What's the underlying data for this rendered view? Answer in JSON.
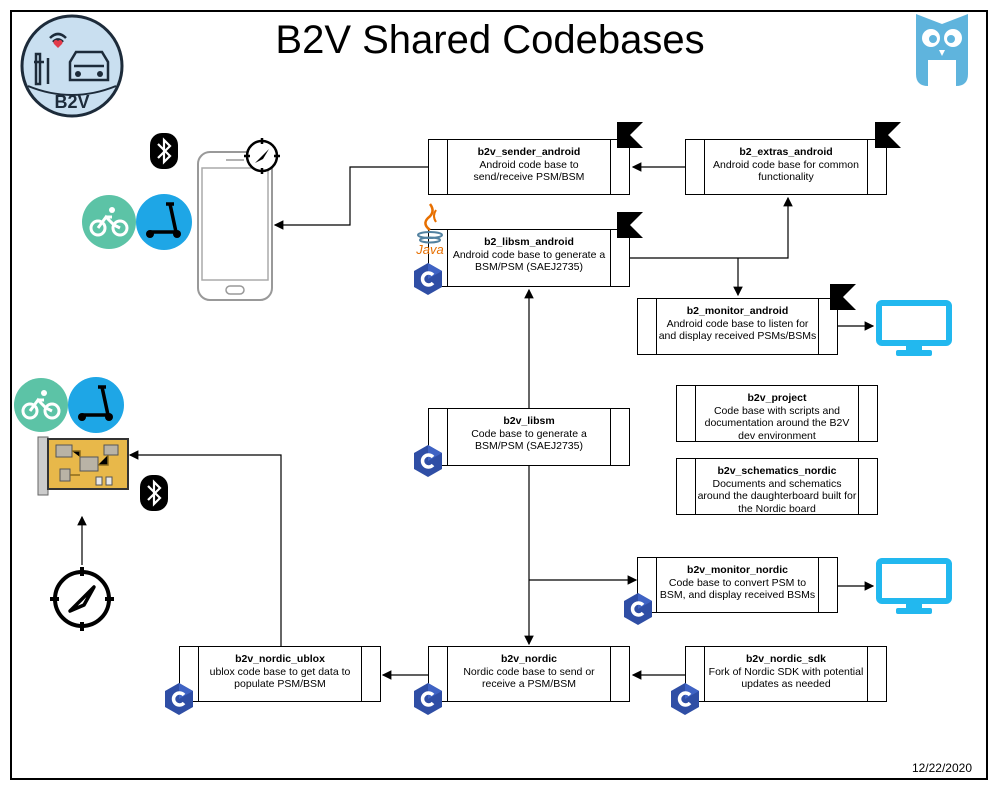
{
  "title": "B2V Shared Codebases",
  "date": "12/22/2020",
  "logo": {
    "text": "B2V"
  },
  "boxes": {
    "sender_android": {
      "name": "b2v_sender_android",
      "desc": "Android code base to send/receive PSM/BSM"
    },
    "extras_android": {
      "name": "b2_extras_android",
      "desc": "Android code base for common functionality"
    },
    "libsm_android": {
      "name": "b2_libsm_android",
      "desc": "Android code base to generate a BSM/PSM (SAEJ2735)"
    },
    "monitor_android": {
      "name": "b2_monitor_android",
      "desc": "Android code base to listen for and display received PSMs/BSMs"
    },
    "libsm": {
      "name": "b2v_libsm",
      "desc": "Code base to generate a BSM/PSM (SAEJ2735)"
    },
    "project": {
      "name": "b2v_project",
      "desc": "Code base with scripts and documentation around the B2V dev environment"
    },
    "schematics_nordic": {
      "name": "b2v_schematics_nordic",
      "desc": "Documents and schematics around the daughterboard built for the Nordic board"
    },
    "monitor_nordic": {
      "name": "b2v_monitor_nordic",
      "desc": "Code base to convert PSM to BSM, and display received BSMs"
    },
    "nordic_ublox": {
      "name": "b2v_nordic_ublox",
      "desc": "ublox code base to get data to populate PSM/BSM"
    },
    "nordic": {
      "name": "b2v_nordic",
      "desc": "Nordic code base to send or receive a PSM/BSM"
    },
    "nordic_sdk": {
      "name": "b2v_nordic_sdk",
      "desc": "Fork of Nordic SDK with potential updates as needed"
    }
  },
  "java_label": "Java",
  "icons": [
    "kotlin-icon",
    "c-language-icon",
    "java-icon",
    "bluetooth-icon",
    "compass-icon",
    "bicycle-icon",
    "scooter-icon",
    "smartphone-icon",
    "monitor-icon",
    "circuit-board-icon",
    "owl-logo-icon"
  ],
  "colors": {
    "bike": "#5cc3a6",
    "scooter": "#1ea6e6",
    "monitor": "#22b8ef",
    "c_logo": "#2f4ea5",
    "owl": "#5fb4dd",
    "logo_bg": "#c9dff0"
  }
}
